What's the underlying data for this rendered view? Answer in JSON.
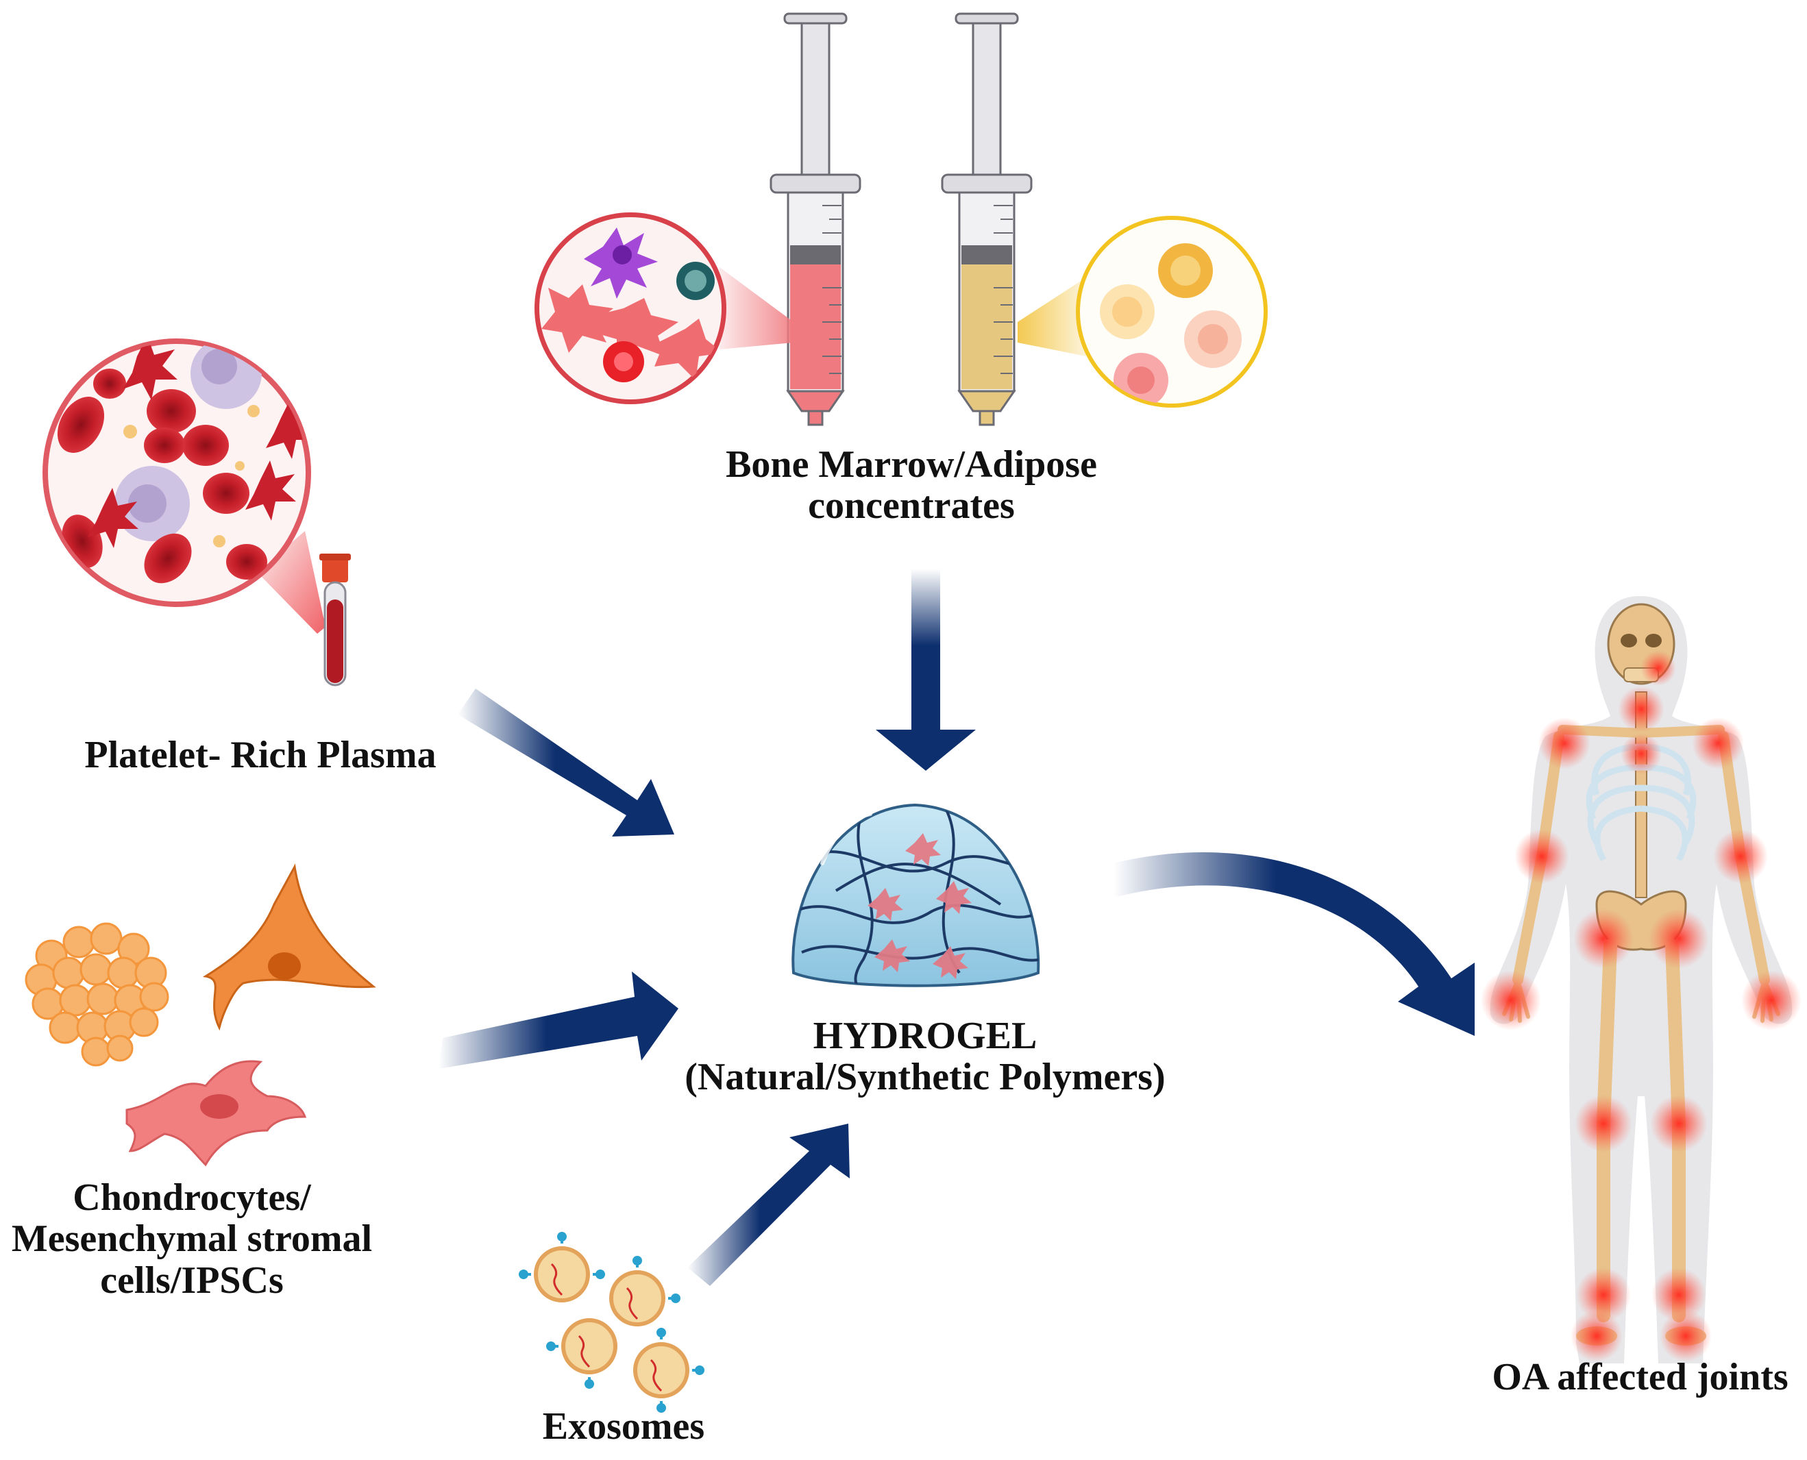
{
  "labels": {
    "bone_marrow": [
      "Bone Marrow/Adipose",
      "concentrates"
    ],
    "prp": "Platelet- Rich Plasma",
    "cells": [
      "Chondrocytes/",
      "Mesenchymal stromal",
      "cells/IPSCs"
    ],
    "exosomes": "Exosomes",
    "hydrogel": [
      "HYDROGEL",
      "(Natural/Synthetic Polymers)"
    ],
    "oa": "OA affected joints"
  },
  "colors": {
    "arrow": "#0d2f6e",
    "blood_red": "#c8202c",
    "syringe_red_fill": "#ef7b80",
    "syringe_yellow_fill": "#e6c77f",
    "cell_orange": "#ee8a3a",
    "cell_pink": "#f08080",
    "hydrogel_blue": "#9fd0e8",
    "bone": "#e8c28a",
    "joint_glow": "#ff3b30"
  },
  "icons": [
    "blood-cells-magnifier-icon",
    "blood-tube-icon",
    "red-syringe-icon",
    "yellow-syringe-icon",
    "bone-marrow-cells-magnifier-icon",
    "adipose-cells-magnifier-icon",
    "chondrocyte-cluster-icon",
    "stromal-cell-icon",
    "ipsc-cell-icon",
    "exosome-icon",
    "hydrogel-icon",
    "skeleton-icon"
  ]
}
